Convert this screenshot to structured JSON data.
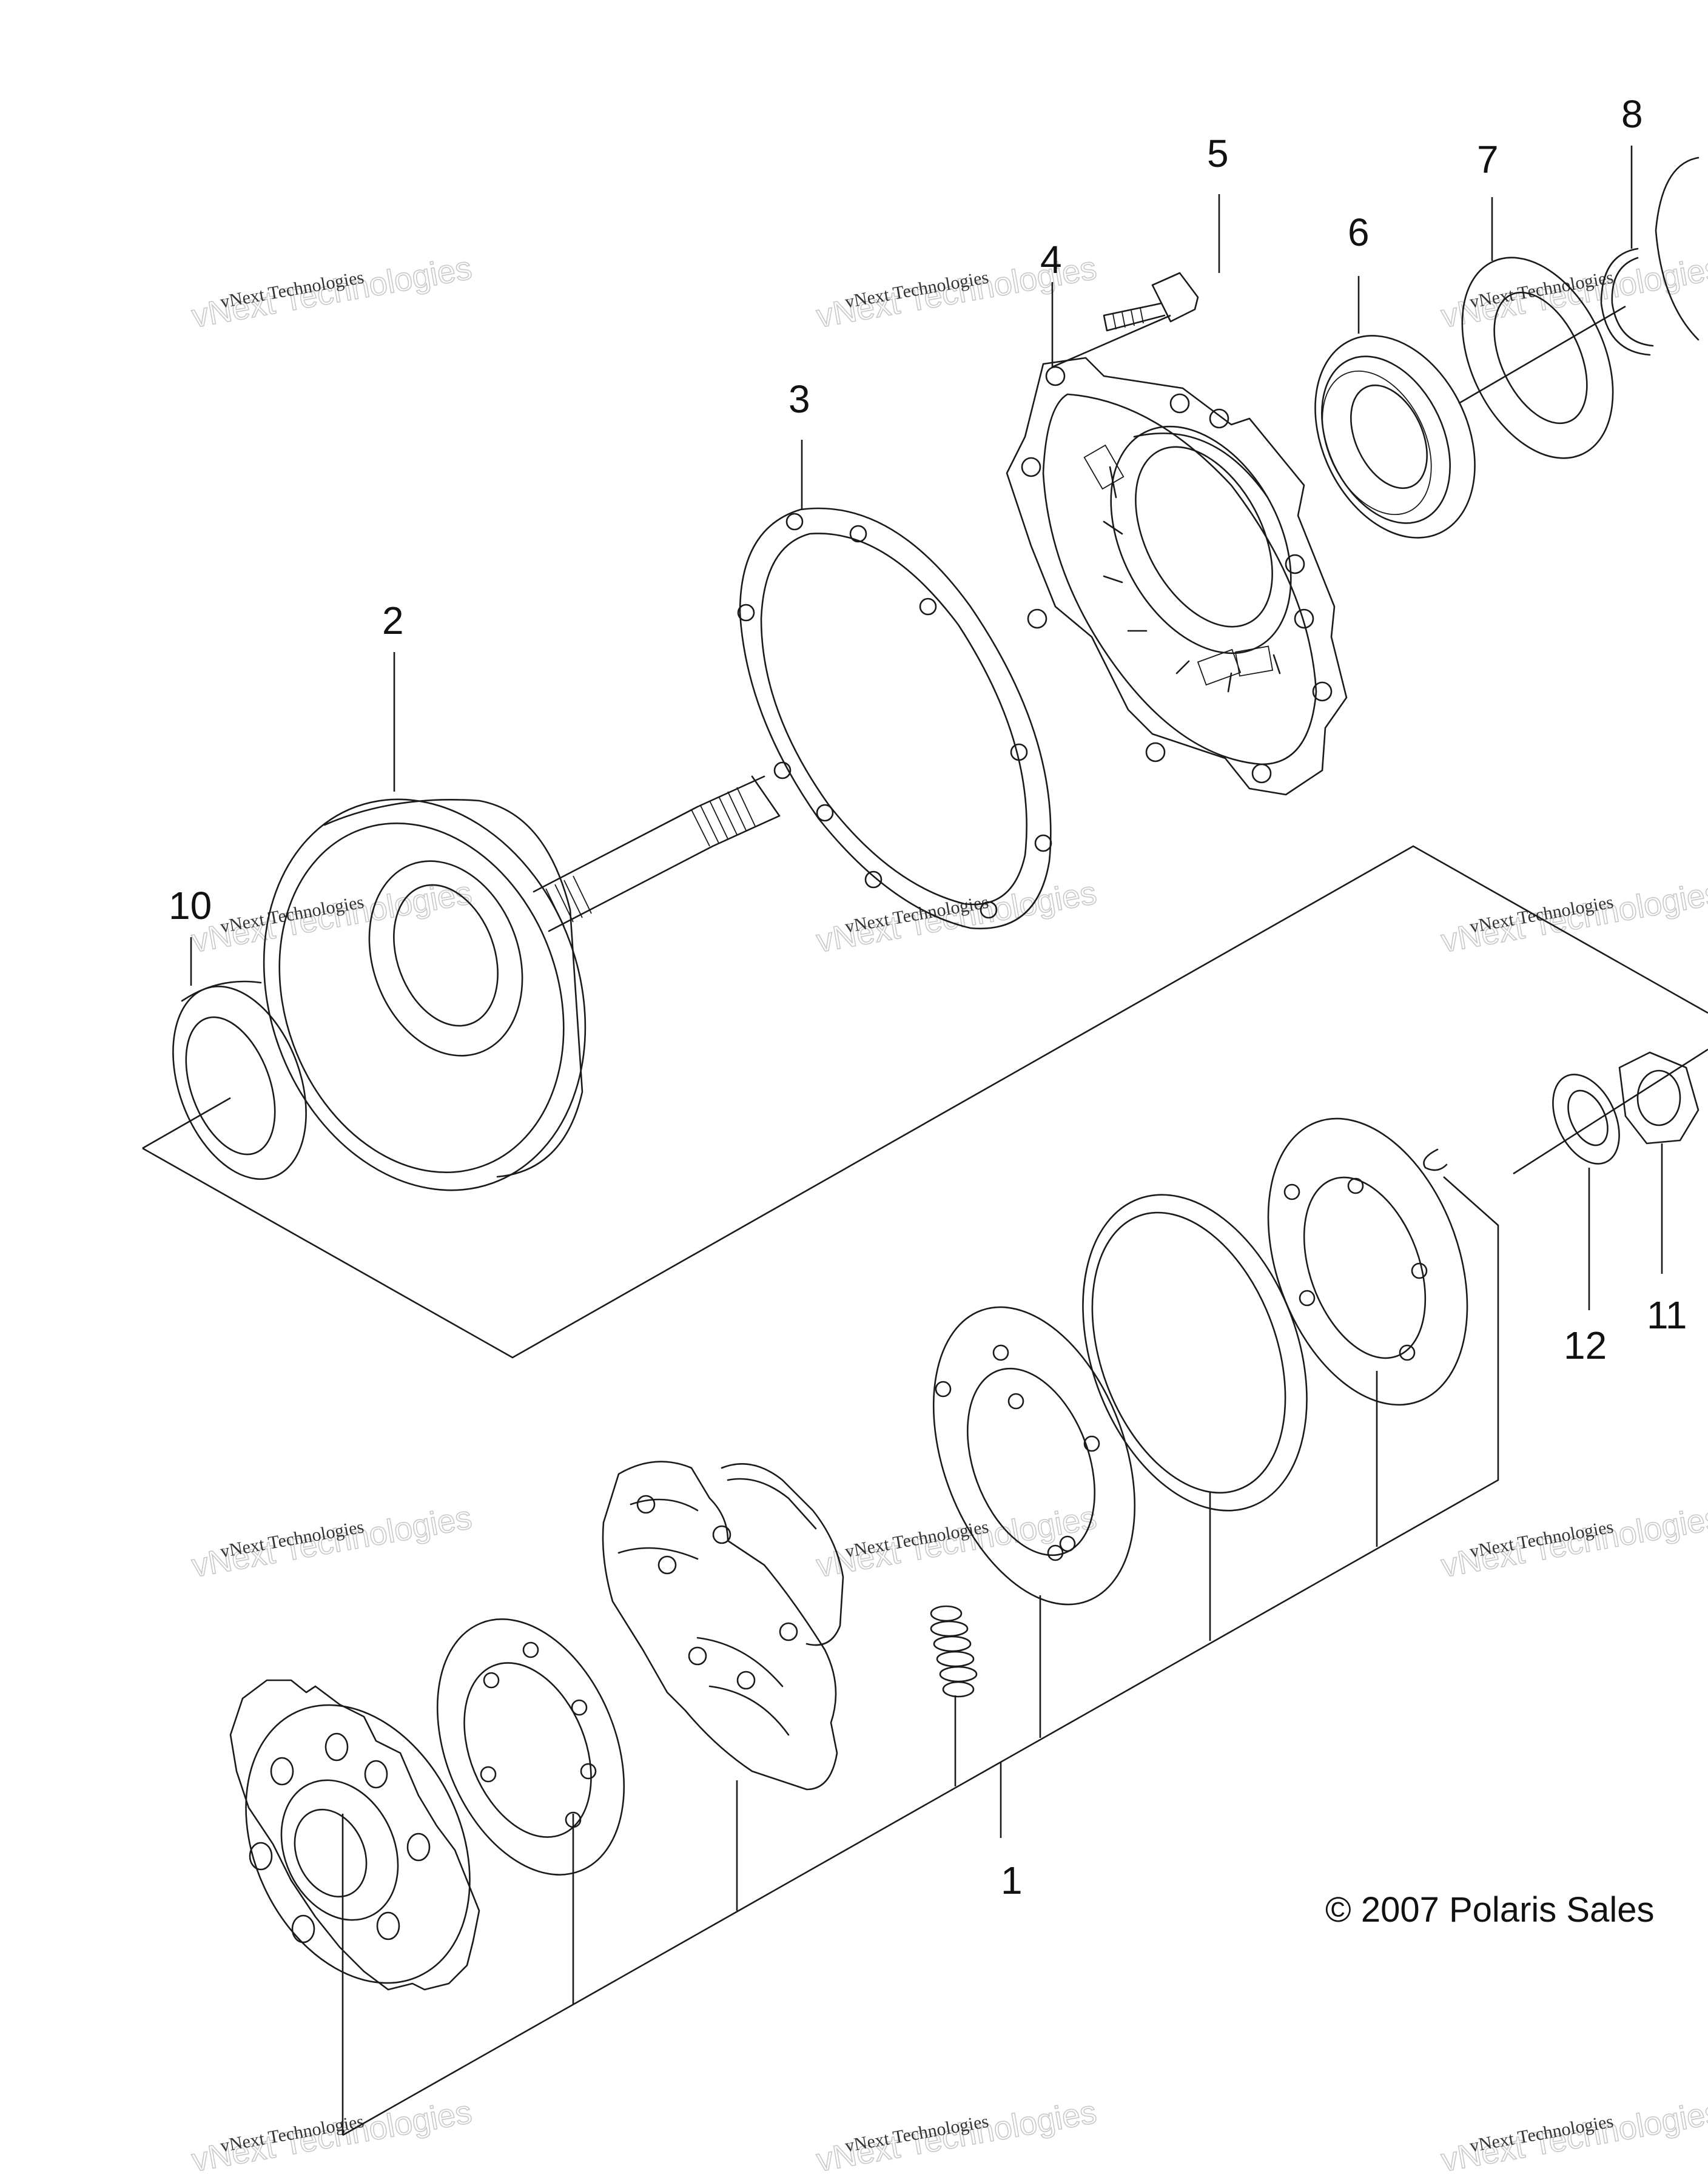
{
  "callouts": {
    "c1": "1",
    "c2": "2",
    "c3": "3",
    "c4": "4",
    "c5": "5",
    "c6": "6",
    "c7": "7",
    "c8": "8",
    "c10": "10",
    "c11": "11",
    "c12": "12"
  },
  "copyright": "© 2007 Polaris Sales",
  "watermark": {
    "big": "vNext Technologies",
    "small": "vNext Technologies"
  },
  "colors": {
    "line": "#1a1a1a",
    "watermark": "#c8c8c8",
    "background": "#ffffff"
  }
}
